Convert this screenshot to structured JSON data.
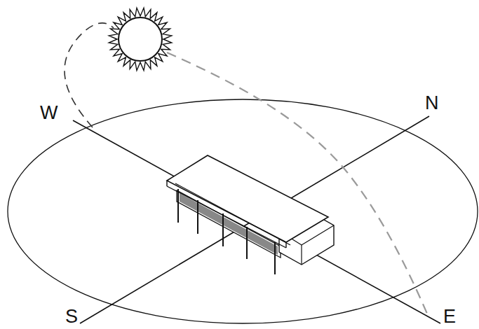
{
  "diagram": {
    "labels": [
      "W",
      "N",
      "S",
      "E"
    ]
  }
}
